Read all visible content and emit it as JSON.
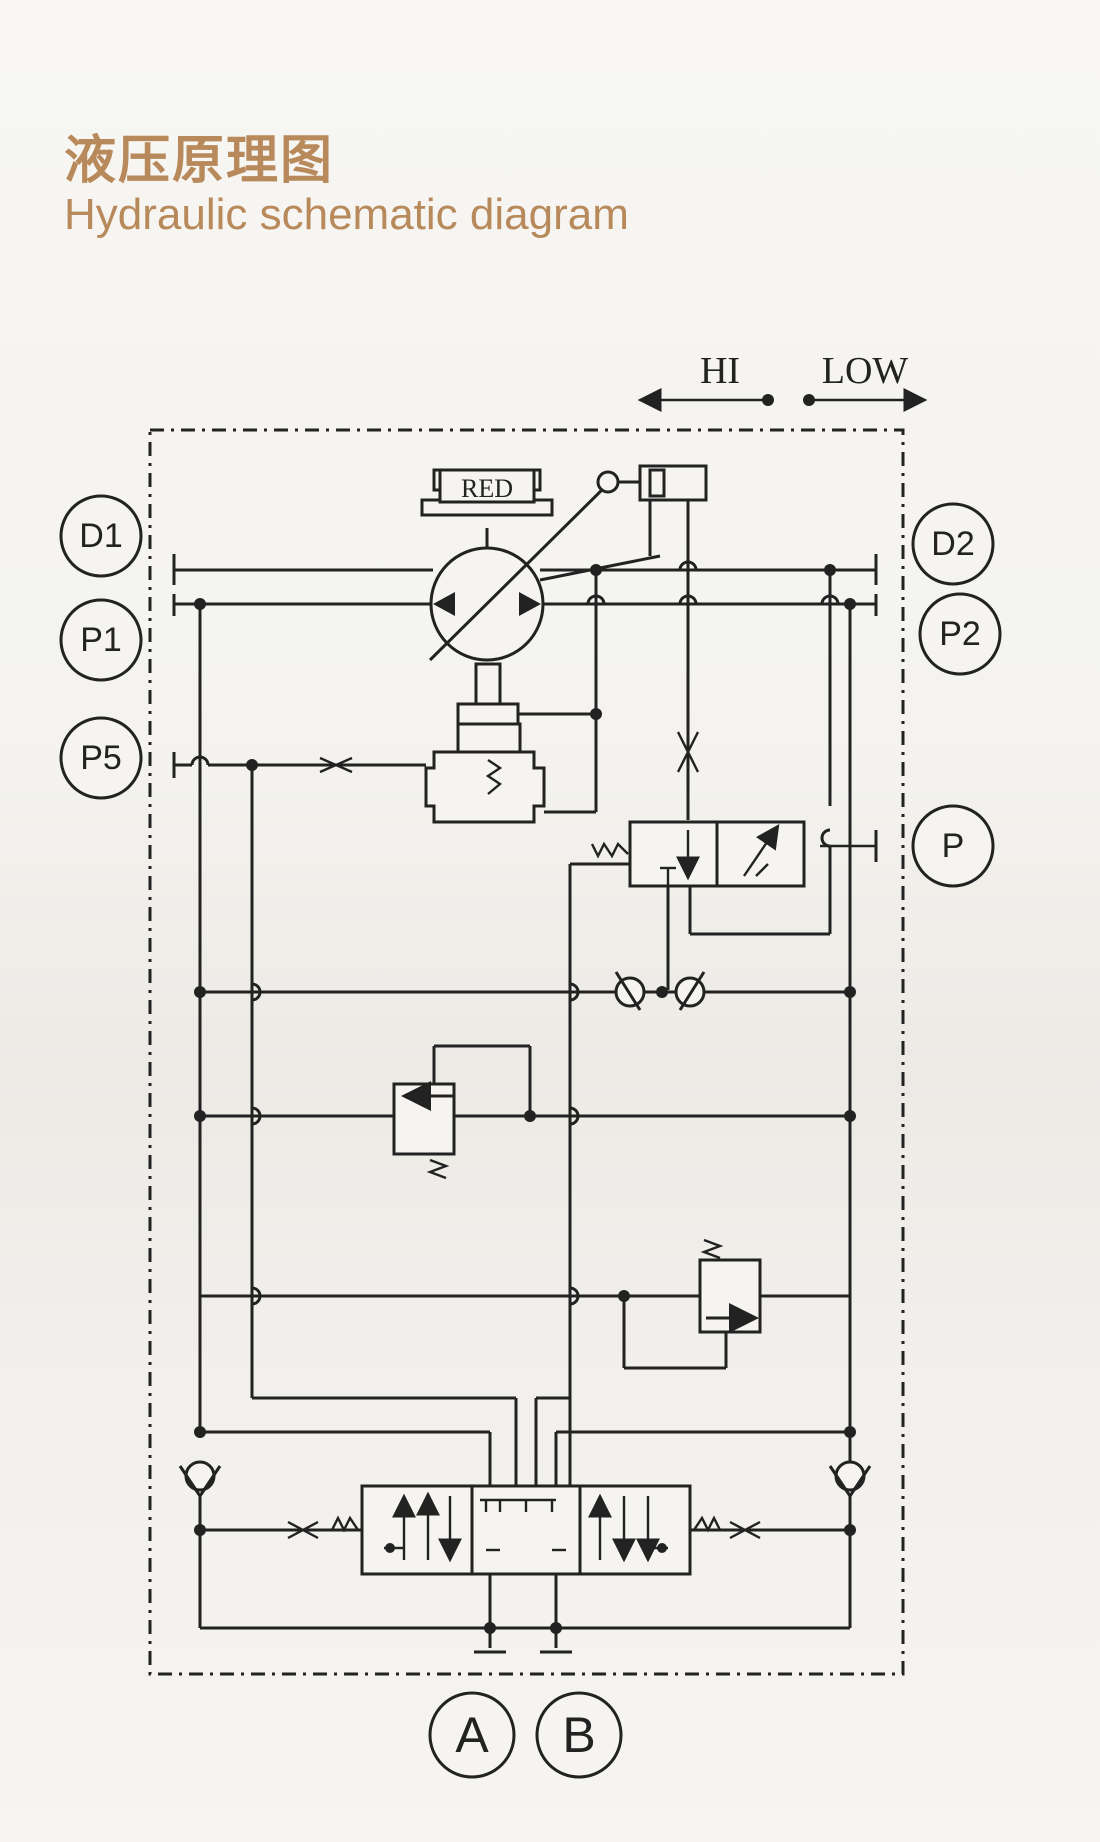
{
  "header": {
    "title_zh": "液压原理图",
    "title_en": "Hydraulic schematic diagram"
  },
  "diagram": {
    "labels": {
      "hi": "HI",
      "low": "LOW",
      "red": "RED"
    },
    "ports": {
      "d1": "D1",
      "p1": "P1",
      "p5": "P5",
      "d2": "D2",
      "p2": "P2",
      "p": "P",
      "a": "A",
      "b": "B"
    }
  },
  "colors": {
    "title": "#b8895a",
    "line": "#222222"
  }
}
